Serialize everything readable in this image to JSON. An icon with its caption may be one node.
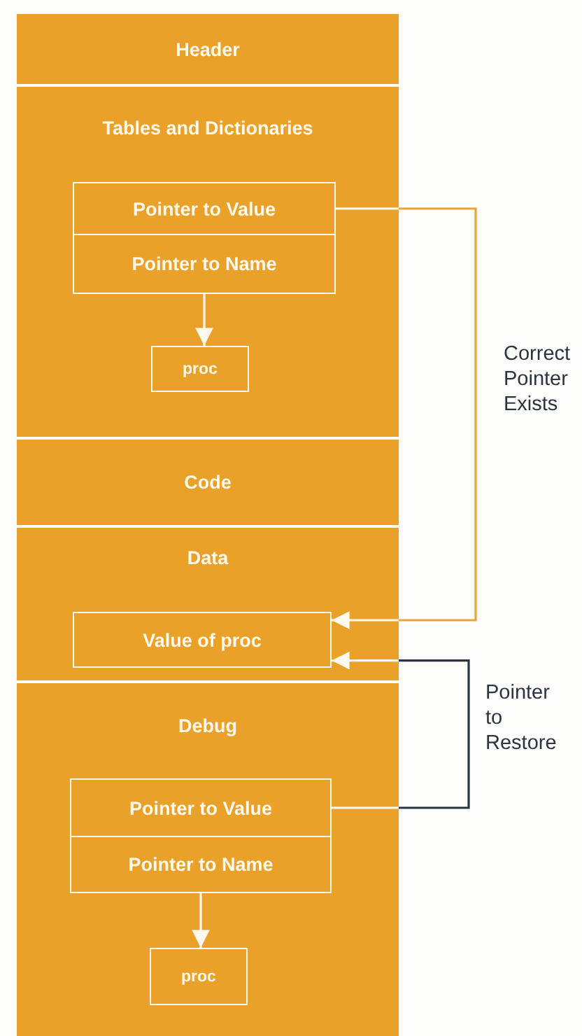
{
  "diagram": {
    "nodes": [
      {
        "text": [
          "Header"
        ]
      },
      {
        "text": [
          "Tables and Dictionaries"
        ]
      },
      {
        "text": [
          "Pointer to Value"
        ],
        "in": 1
      },
      {
        "text": [
          "Pointer to Name"
        ],
        "in": 1
      },
      {
        "text": [
          "proc"
        ],
        "in": 1
      },
      {
        "text": [
          "Code"
        ]
      },
      {
        "text": [
          "Data"
        ]
      },
      {
        "text": [
          "Value of proc"
        ],
        "in": 6
      },
      {
        "text": [
          "Debug"
        ]
      },
      {
        "text": [
          "Pointer to Value"
        ],
        "in": 8
      },
      {
        "text": [
          "Pointer to Name"
        ],
        "in": 8
      },
      {
        "text": [
          "proc"
        ],
        "in": 8
      }
    ],
    "edges": [
      {
        "from": 3,
        "to": 4,
        "arrow": "to"
      },
      {
        "from": 2,
        "to": 7,
        "arrow": "to",
        "label": "Correct Pointer Exists",
        "color": "#e8a73a"
      },
      {
        "from": 9,
        "to": 7,
        "arrow": "to",
        "label": "Pointer to Restore",
        "color": "#2c3440"
      },
      {
        "from": 10,
        "to": 11,
        "arrow": "to"
      }
    ]
  }
}
